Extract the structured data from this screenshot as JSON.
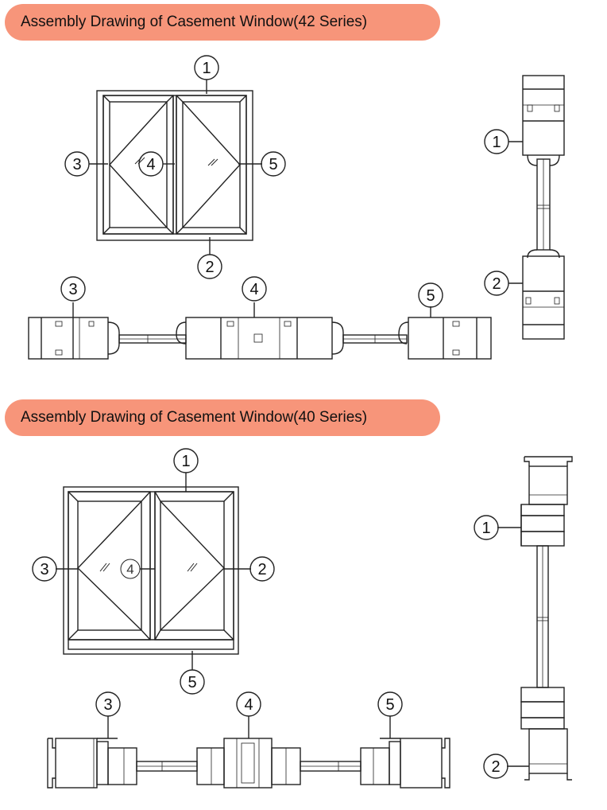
{
  "colors": {
    "banner": "#f7957a",
    "line": "#222222"
  },
  "sections": [
    {
      "title": "Assembly Drawing of Casement Window(42 Series)",
      "window_callouts": [
        "1",
        "3",
        "4",
        "5",
        "2"
      ],
      "horizontal_section_callouts": [
        "3",
        "4",
        "5"
      ],
      "vertical_section_callouts": [
        "1",
        "2"
      ]
    },
    {
      "title": "Assembly Drawing of Casement Window(40 Series)",
      "window_callouts": [
        "1",
        "3",
        "4",
        "2",
        "5"
      ],
      "horizontal_section_callouts": [
        "3",
        "4",
        "5"
      ],
      "vertical_section_callouts": [
        "1",
        "2"
      ]
    }
  ]
}
